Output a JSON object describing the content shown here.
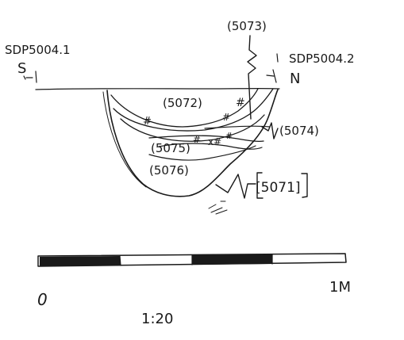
{
  "section": {
    "datum_left": {
      "station": "SDP5004.1",
      "direction": "S"
    },
    "datum_right": {
      "station": "SDP5004.2",
      "direction": "N"
    },
    "contexts": {
      "top_fill": "(5073)",
      "upper_fill": "(5072)",
      "middle_fill": "(5074)",
      "lower_fill_a": "(5075)",
      "lower_fill_b": "(5076)",
      "cut": "[5071]"
    },
    "inclusion_marks": [
      "#",
      "#",
      "#",
      "#",
      "#",
      "x#"
    ]
  },
  "scale_bar": {
    "start_label": "0",
    "end_label": "1M",
    "ratio": "1:20",
    "segments": [
      "black",
      "white",
      "black",
      "white"
    ]
  },
  "colors": {
    "ink": "#1a1a1a",
    "paper": "#ffffff"
  }
}
